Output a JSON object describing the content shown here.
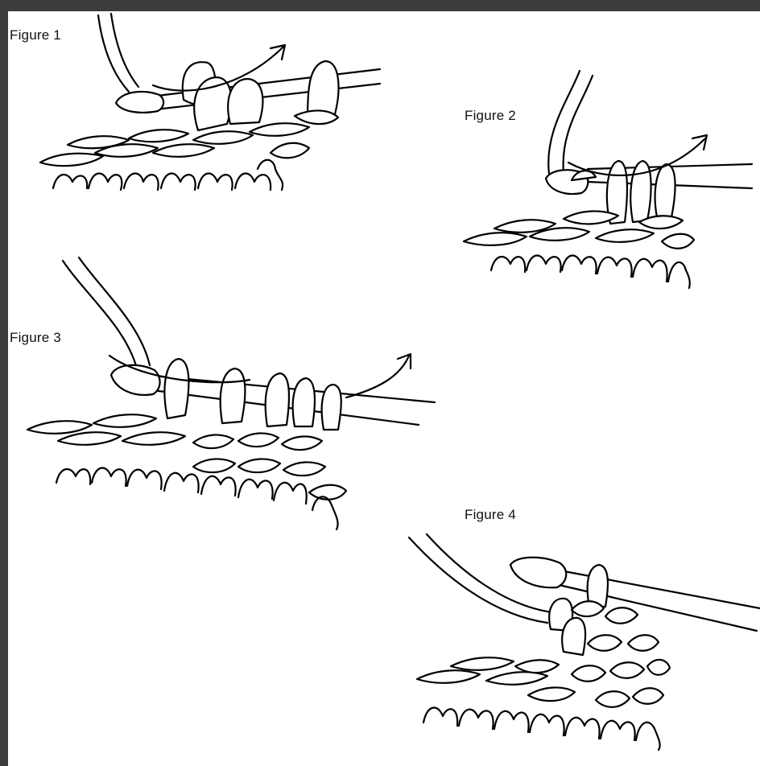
{
  "figures": [
    {
      "id": "fig1",
      "label": "Figure 1"
    },
    {
      "id": "fig2",
      "label": "Figure 2"
    },
    {
      "id": "fig3",
      "label": "Figure 3"
    },
    {
      "id": "fig4",
      "label": "Figure 4"
    }
  ],
  "colors": {
    "background": "#ffffff",
    "frame": "#3c3c3c",
    "ink": "#000000"
  }
}
